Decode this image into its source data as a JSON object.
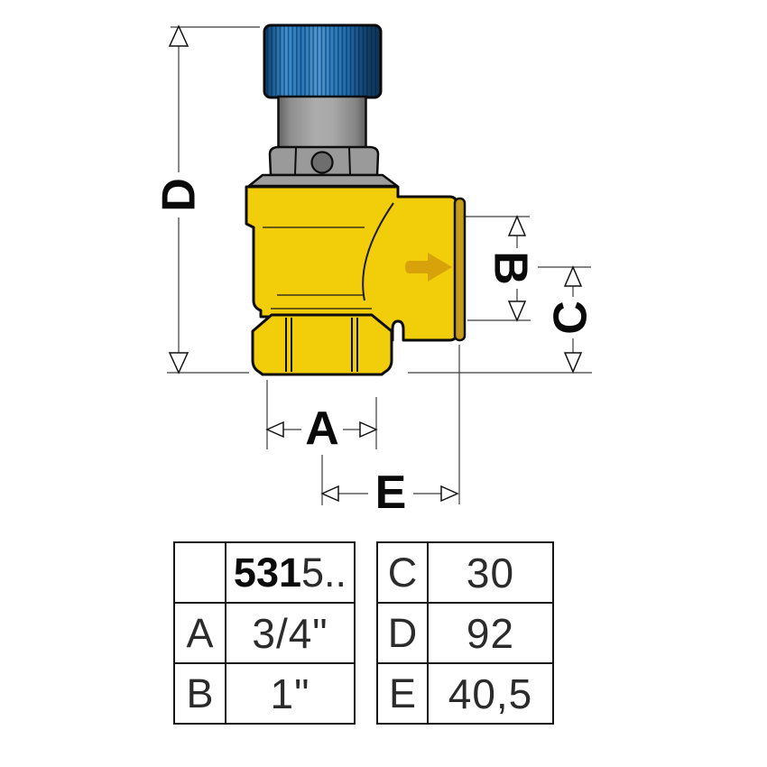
{
  "drawing": {
    "dimension_labels": {
      "A": "A",
      "B": "B",
      "C": "C",
      "D": "D",
      "E": "E"
    },
    "flow_arrow_icon": "arrow-right",
    "colors": {
      "body_brass_yellow": "#F2CD0A",
      "outlet_face_ochre": "#C89B18",
      "flow_arrow_ochre": "#D8A20A",
      "cap_blue": "#2273B9",
      "metal_gray": "#9E9E9E",
      "outline_black": "#0D0D0D",
      "dimension_line_gray": "#3C3C3C"
    }
  },
  "spec_tables": {
    "left": {
      "header_code_bold": "531",
      "header_code_suffix": "5..",
      "rows": [
        {
          "label": "A",
          "value": "3/4\""
        },
        {
          "label": "B",
          "value": "1\""
        }
      ]
    },
    "right": {
      "rows": [
        {
          "label": "C",
          "value": "30"
        },
        {
          "label": "D",
          "value": "92"
        },
        {
          "label": "E",
          "value": "40,5"
        }
      ]
    }
  }
}
